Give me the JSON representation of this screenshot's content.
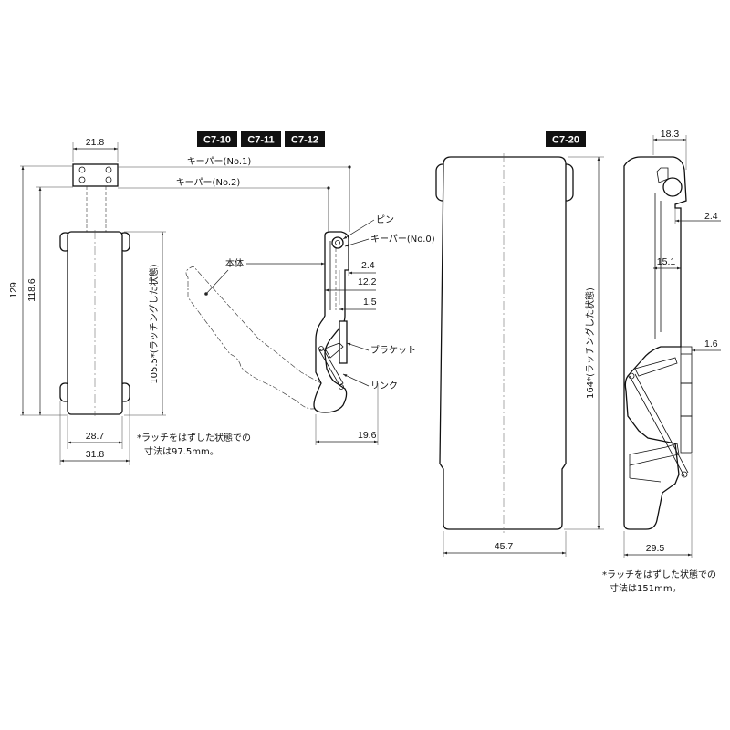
{
  "badges": {
    "c7_10": "C7-10",
    "c7_11": "C7-11",
    "c7_12": "C7-12",
    "c7_20": "C7-20"
  },
  "left_front": {
    "dim_top": "21.8",
    "dim_129": "129",
    "dim_118_6": "118.6",
    "dim_105_5": "105.5*(ラッチングした状態)",
    "dim_28_7": "28.7",
    "dim_31_8": "31.8"
  },
  "left_side": {
    "keeper_no1": "キーパー(No.1)",
    "keeper_no2": "キーパー(No.2)",
    "pin": "ピン",
    "keeper_no0": "キーパー(No.0)",
    "body": "本体",
    "bracket": "ブラケット",
    "link": "リンク",
    "dim_2_4": "2.4",
    "dim_12_2": "12.2",
    "dim_1_5": "1.5",
    "dim_19_6": "19.6"
  },
  "left_note": {
    "line1": "*ラッチをはずした状態での",
    "line2": "寸法は97.5mm。"
  },
  "right_front": {
    "dim_164": "164*(ラッチングした状態)",
    "dim_45_7": "45.7"
  },
  "right_side": {
    "dim_18_3": "18.3",
    "dim_2_4": "2.4",
    "dim_15_1": "15.1",
    "dim_1_6": "1.6",
    "dim_29_5": "29.5"
  },
  "right_note": {
    "line1": "*ラッチをはずした状態での",
    "line2": "寸法は151mm。"
  }
}
